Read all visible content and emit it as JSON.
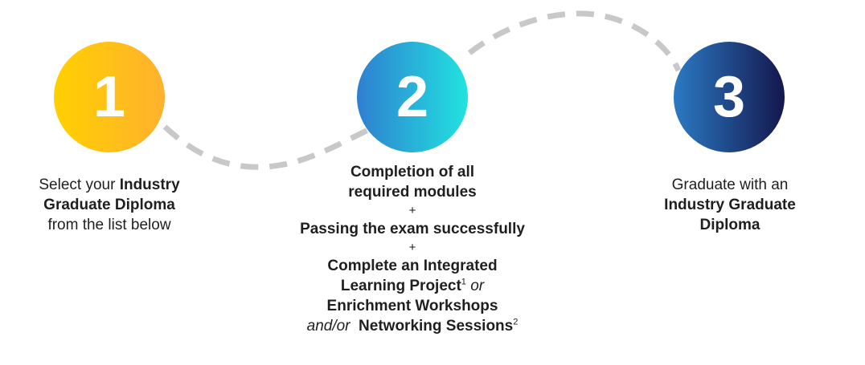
{
  "colors": {
    "step1_gradient": [
      "#ffd000",
      "#ffb12e"
    ],
    "step2_gradient": [
      "#2f7fd0",
      "#21e3e0"
    ],
    "step3_gradient": [
      "#2b7ac4",
      "#14174d"
    ],
    "connector": "#c8c8c8"
  },
  "steps": [
    {
      "number": "1",
      "lines": [
        {
          "parts": [
            {
              "t": "Select your ",
              "s": "normal"
            },
            {
              "t": "Industry",
              "s": "bold"
            }
          ]
        },
        {
          "parts": [
            {
              "t": "Graduate Diploma",
              "s": "bold"
            }
          ]
        },
        {
          "parts": [
            {
              "t": "from the list below",
              "s": "normal"
            }
          ]
        }
      ]
    },
    {
      "number": "2",
      "lines": [
        {
          "parts": [
            {
              "t": "Completion of all",
              "s": "bold"
            }
          ]
        },
        {
          "parts": [
            {
              "t": "required modules",
              "s": "bold"
            }
          ]
        },
        {
          "cls": "plus",
          "parts": [
            {
              "t": "+",
              "s": "normal"
            }
          ]
        },
        {
          "parts": [
            {
              "t": "Passing the exam successfully",
              "s": "bold"
            }
          ]
        },
        {
          "cls": "plus",
          "parts": [
            {
              "t": "+",
              "s": "normal"
            }
          ]
        },
        {
          "parts": [
            {
              "t": "Complete an Integrated",
              "s": "bold"
            }
          ]
        },
        {
          "parts": [
            {
              "t": "Learning Project",
              "s": "bold"
            },
            {
              "t": "1",
              "s": "sup"
            },
            {
              "t": " or",
              "s": "italic"
            }
          ]
        },
        {
          "parts": [
            {
              "t": "Enrichment Workshops",
              "s": "bold"
            }
          ]
        },
        {
          "parts": [
            {
              "t": "and/or",
              "s": "italic"
            },
            {
              "t": "  Networking Sessions",
              "s": "bold"
            },
            {
              "t": "2",
              "s": "sup"
            }
          ]
        }
      ]
    },
    {
      "number": "3",
      "lines": [
        {
          "parts": [
            {
              "t": "Graduate with an",
              "s": "normal"
            }
          ]
        },
        {
          "parts": [
            {
              "t": "Industry Graduate",
              "s": "bold"
            }
          ]
        },
        {
          "parts": [
            {
              "t": "Diploma",
              "s": "bold"
            }
          ]
        }
      ]
    }
  ]
}
